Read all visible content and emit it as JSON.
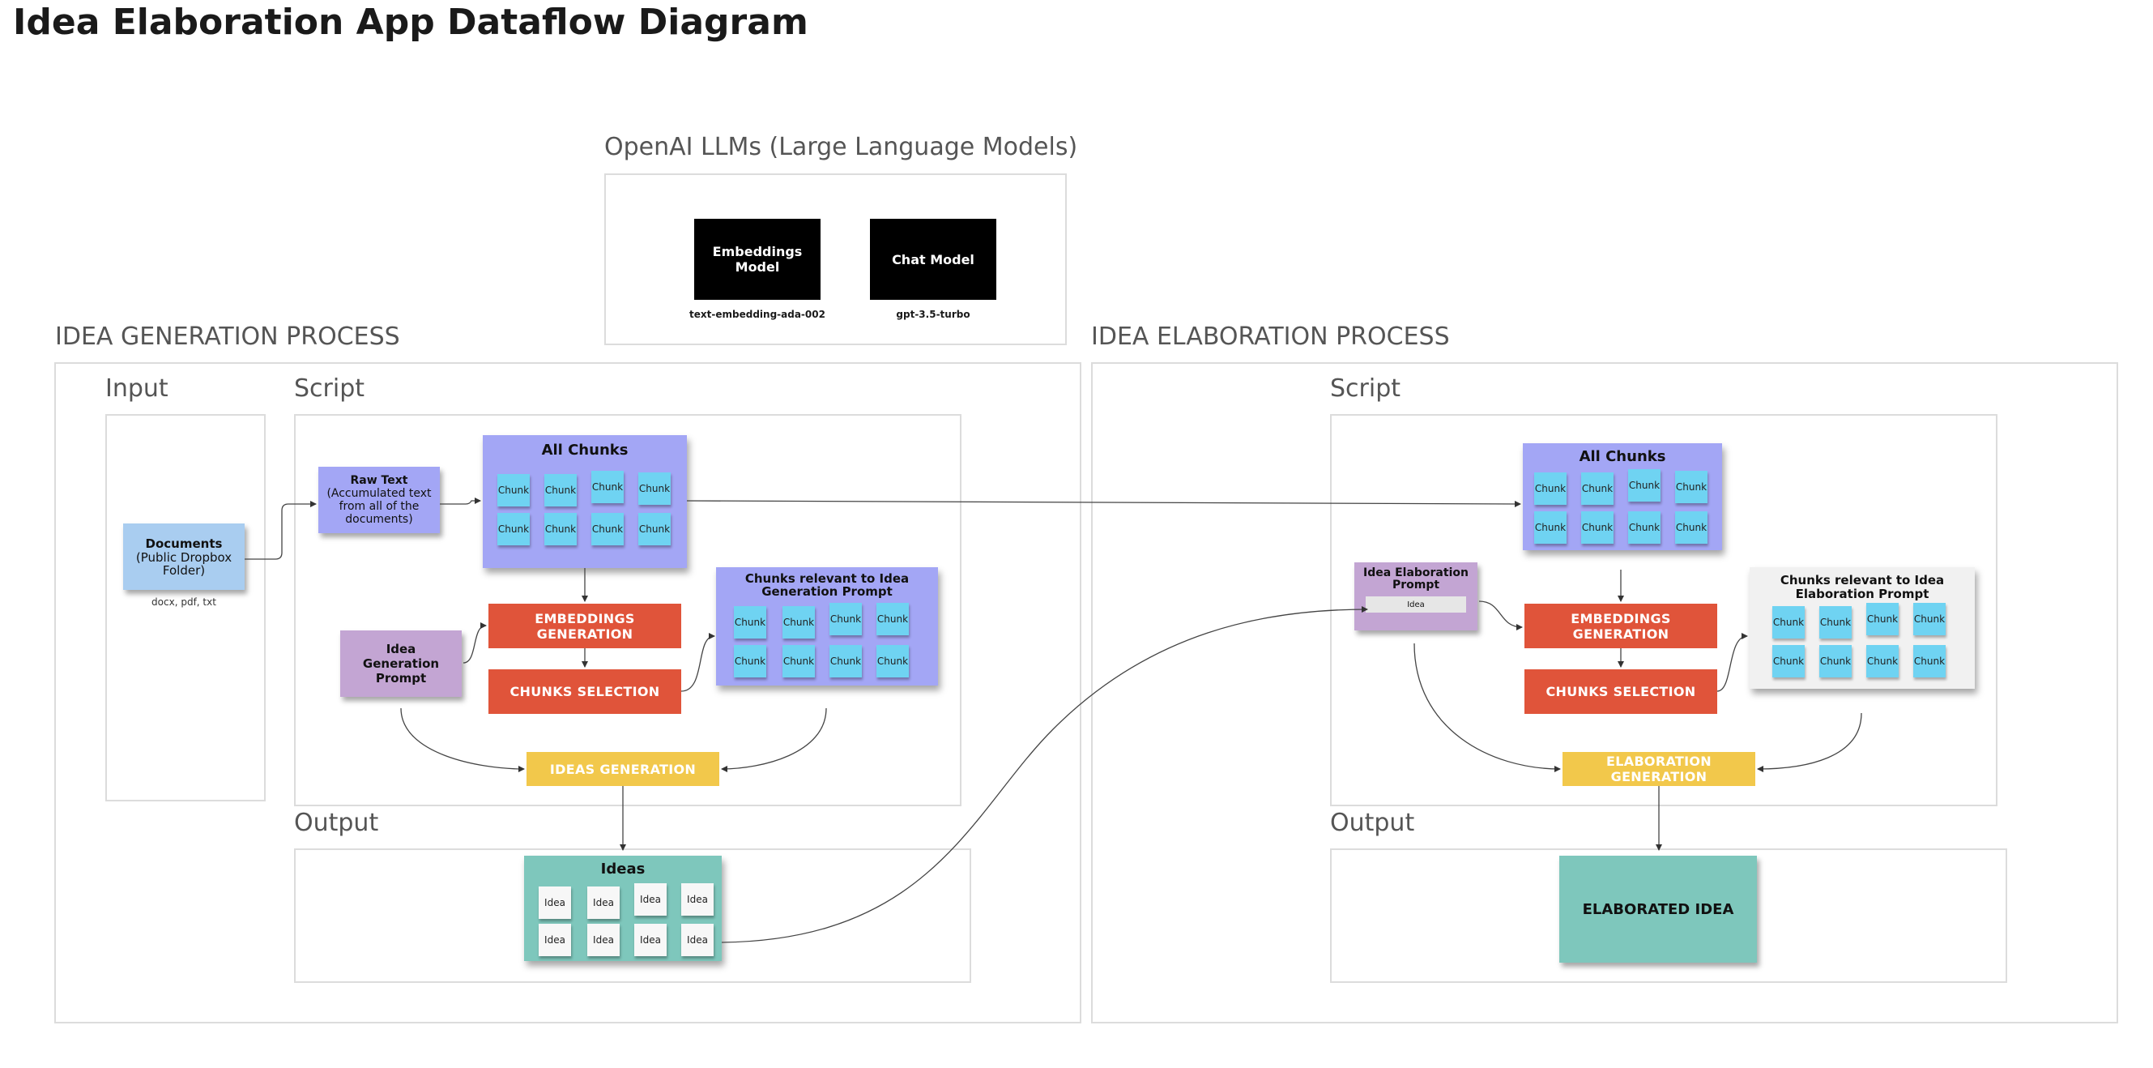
{
  "title": "Idea Elaboration App Dataflow Diagram",
  "openai": {
    "heading": "OpenAI LLMs (Large Language Models)",
    "embeddings_model": "Embeddings Model",
    "embeddings_model_name": "text-embedding-ada-002",
    "chat_model": "Chat Model",
    "chat_model_name": "gpt-3.5-turbo"
  },
  "generation": {
    "heading": "IDEA GENERATION PROCESS",
    "input_label": "Input",
    "script_label": "Script",
    "output_label": "Output",
    "documents_title": "Documents",
    "documents_detail": "(Public Dropbox Folder)",
    "documents_formats": "docx, pdf, txt",
    "raw_text_title": "Raw Text",
    "raw_text_detail": "(Accumulated text from all of the documents)",
    "all_chunks_title": "All Chunks",
    "chunk_label": "Chunk",
    "idea_generation_prompt": "Idea Generation Prompt",
    "embeddings_generation": "EMBEDDINGS GENERATION",
    "chunks_selection": "CHUNKS SELECTION",
    "relevant_chunks_title": "Chunks relevant to Idea Generation Prompt",
    "ideas_generation": "IDEAS GENERATION",
    "ideas_title": "Ideas",
    "idea_label": "Idea"
  },
  "elaboration": {
    "heading": "IDEA ELABORATION PROCESS",
    "script_label": "Script",
    "output_label": "Output",
    "all_chunks_title": "All Chunks",
    "chunk_label": "Chunk",
    "idea_elaboration_prompt": "Idea Elaboration Prompt",
    "idea_field": "Idea",
    "embeddings_generation": "EMBEDDINGS GENERATION",
    "chunks_selection": "CHUNKS SELECTION",
    "relevant_chunks_title": "Chunks relevant to Idea Elaboration Prompt",
    "elaboration_generation": "ELABORATION GENERATION",
    "elaborated_idea": "ELABORATED IDEA"
  },
  "colors": {
    "chunk_group": "#a3a6f5",
    "chunk": "#6fd3f2",
    "documents": "#a9cdf0",
    "prompt": "#c3a5d3",
    "stage_red": "#e0543a",
    "stage_yellow": "#f2c84b",
    "ideas_group": "#7ec7bc",
    "relevant_elab_group": "#f1f1f1"
  }
}
